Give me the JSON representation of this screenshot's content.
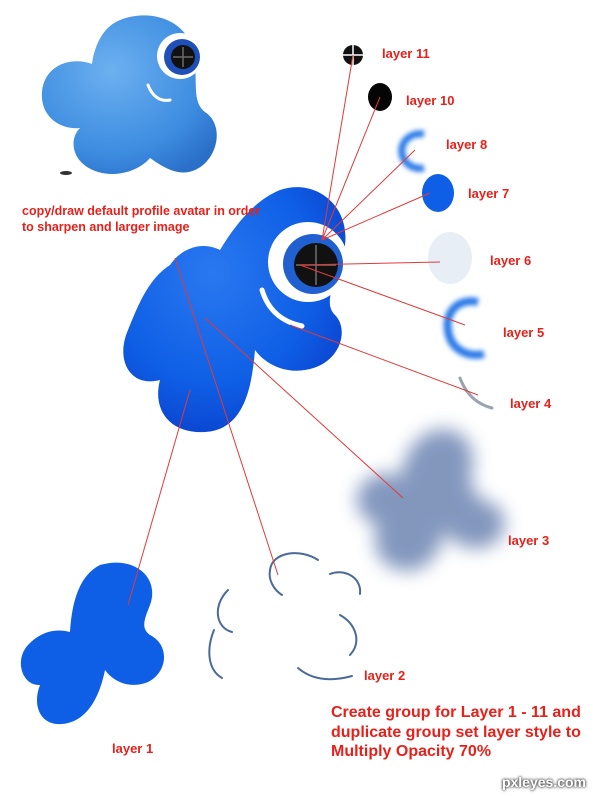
{
  "annotations": {
    "top_note": "copy/draw default profile avatar in order to sharpen and larger image",
    "bottom_note": "Create group for Layer 1 - 11 and duplicate group set layer style to Multiply Opacity 70%"
  },
  "layers": [
    {
      "id": "layer-11",
      "label": "layer 11"
    },
    {
      "id": "layer-10",
      "label": "layer 10"
    },
    {
      "id": "layer-8",
      "label": "layer 8"
    },
    {
      "id": "layer-7",
      "label": "layer 7"
    },
    {
      "id": "layer-6",
      "label": "layer 6"
    },
    {
      "id": "layer-5",
      "label": "layer 5"
    },
    {
      "id": "layer-4",
      "label": "layer 4"
    },
    {
      "id": "layer-3",
      "label": "layer 3"
    },
    {
      "id": "layer-2",
      "label": "layer 2"
    },
    {
      "id": "layer-1",
      "label": "layer 1"
    }
  ],
  "watermark": "pxleyes.com",
  "colors": {
    "label_red": "#e8201a",
    "leader_line": "#e03a3a",
    "blue_main": "#0f5fe6",
    "blue_dark": "#0a3cc8",
    "blue_light": "#3c8ce0",
    "eye_black": "#111111"
  }
}
